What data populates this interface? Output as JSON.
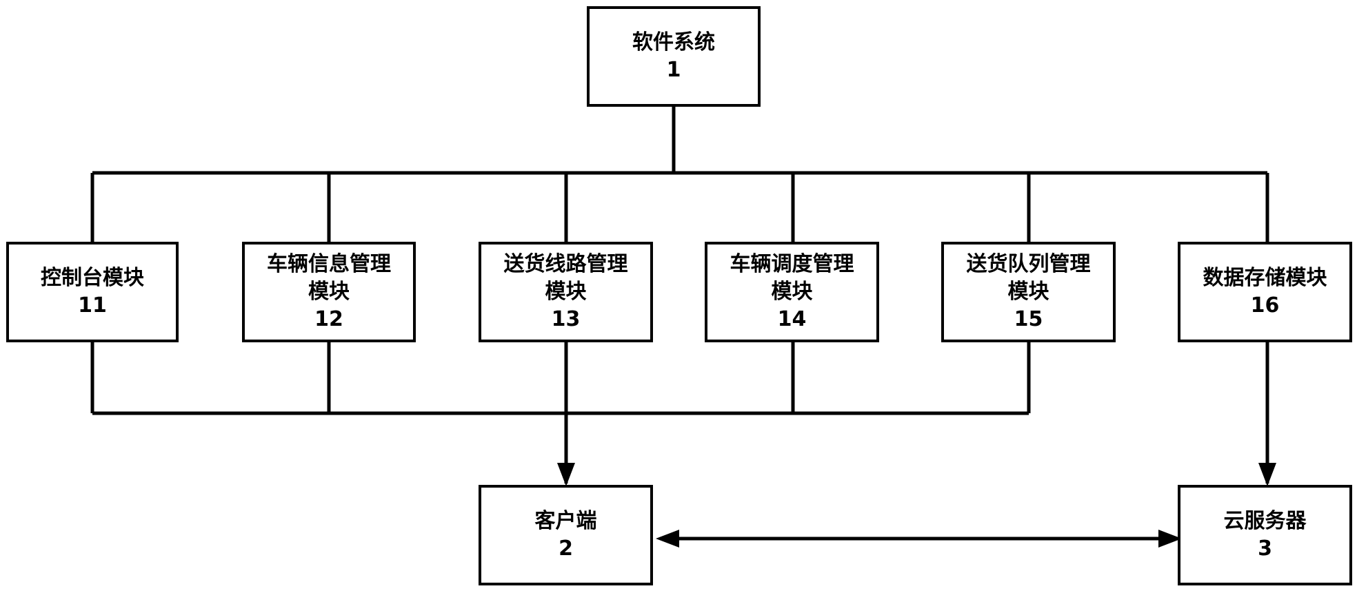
{
  "diagram": {
    "line_color": "#000000",
    "nodes": {
      "software_system": {
        "label": "软件系统",
        "number": "1"
      },
      "console_module": {
        "label": "控制台模块",
        "number": "11"
      },
      "vehicle_info_module": {
        "label_line1": "车辆信息管理",
        "label_line2": "模块",
        "number": "12"
      },
      "delivery_route_module": {
        "label_line1": "送货线路管理",
        "label_line2": "模块",
        "number": "13"
      },
      "vehicle_dispatch_module": {
        "label_line1": "车辆调度管理",
        "label_line2": "模块",
        "number": "14"
      },
      "delivery_queue_module": {
        "label_line1": "送货队列管理",
        "label_line2": "模块",
        "number": "15"
      },
      "data_storage_module": {
        "label": "数据存储模块",
        "number": "16"
      },
      "client": {
        "label": "客户端",
        "number": "2"
      },
      "cloud_server": {
        "label": "云服务器",
        "number": "3"
      }
    }
  }
}
